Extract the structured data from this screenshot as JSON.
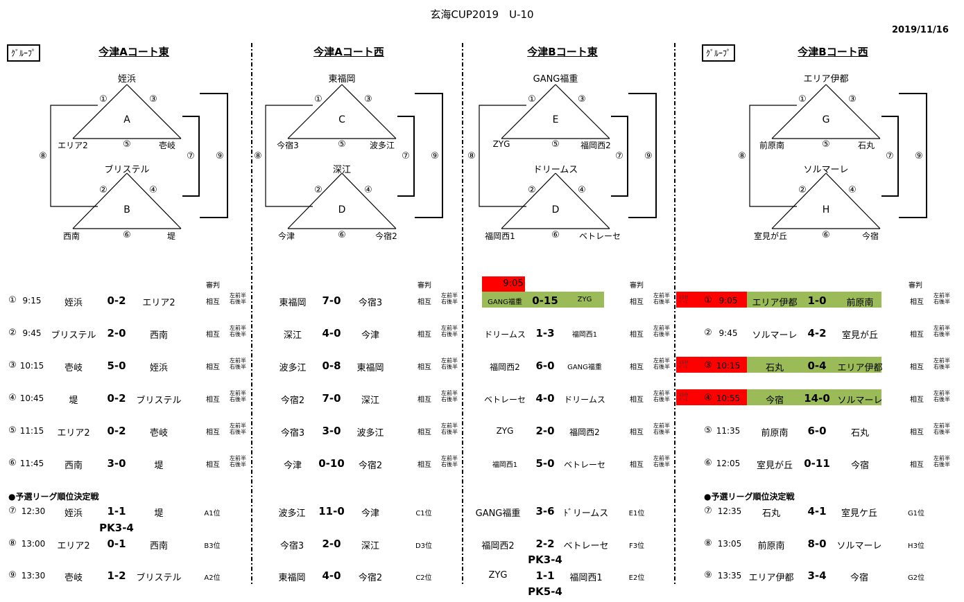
{
  "title": "玄海CUP2019　U-10",
  "date": "2019/11/16",
  "group_label": "ｸﾞﾙｰﾌﾟ",
  "referee_label": "審判",
  "courts": [
    {
      "name": "今津Aコート東",
      "tri1": {
        "top": "姪浜",
        "letter": "A",
        "left": "エリア2",
        "right": "壱岐"
      },
      "tri2": {
        "top": "ブリステル",
        "letter": "B",
        "left": "西南",
        "right": "堤"
      }
    },
    {
      "name": "今津Aコート西",
      "tri1": {
        "top": "東福岡",
        "letter": "C",
        "left": "今宿3",
        "right": "波多江"
      },
      "tri2": {
        "top": "深江",
        "letter": "D",
        "left": "今津",
        "right": "今宿2"
      }
    },
    {
      "name": "今津Bコート東",
      "tri1": {
        "top": "GANG福重",
        "letter": "E",
        "left": "ZYG",
        "right": "福岡西2"
      },
      "tri2": {
        "top": "ドリームス",
        "letter": "D",
        "left": "福岡西1",
        "right": "ベトレーセ"
      }
    },
    {
      "name": "今津Bコート西",
      "tri1": {
        "top": "エリア伊都",
        "letter": "G",
        "left": "前原南",
        "right": "石丸"
      },
      "tri2": {
        "top": "ソルマーレ",
        "letter": "H",
        "left": "室見が丘",
        "right": "今宿"
      }
    }
  ],
  "circ": [
    "①",
    "②",
    "③",
    "④",
    "⑤",
    "⑥",
    "⑦",
    "⑧",
    "⑨"
  ],
  "ref_mutual": "相互",
  "ref_half1": "左前半",
  "ref_half2": "右後半",
  "matches_a": [
    {
      "no": "①",
      "time": "9:15",
      "home": "姪浜",
      "score": "0-2",
      "away": "エリア2"
    },
    {
      "no": "②",
      "time": "9:45",
      "home": "ブリステル",
      "score": "2-0",
      "away": "西南"
    },
    {
      "no": "③",
      "time": "10:15",
      "home": "壱岐",
      "score": "5-0",
      "away": "姪浜"
    },
    {
      "no": "④",
      "time": "10:45",
      "home": "堤",
      "score": "0-2",
      "away": "ブリステル"
    },
    {
      "no": "⑤",
      "time": "11:15",
      "home": "エリア2",
      "score": "0-2",
      "away": "壱岐"
    },
    {
      "no": "⑥",
      "time": "11:45",
      "home": "西南",
      "score": "3-0",
      "away": "堤"
    }
  ],
  "matches_b": [
    {
      "home": "東福岡",
      "score": "7-0",
      "away": "今宿3"
    },
    {
      "home": "深江",
      "score": "4-0",
      "away": "今津"
    },
    {
      "home": "波多江",
      "score": "0-8",
      "away": "東福岡"
    },
    {
      "home": "今宿2",
      "score": "7-0",
      "away": "深江"
    },
    {
      "home": "今宿3",
      "score": "3-0",
      "away": "波多江"
    },
    {
      "home": "今津",
      "score": "0-10",
      "away": "今宿2"
    }
  ],
  "matches_c": [
    {
      "home": "GANG福重",
      "score": "0-15",
      "away": "ZYG"
    },
    {
      "home": "ドリームス",
      "score": "1-3",
      "away": "福岡西1"
    },
    {
      "home": "福岡西2",
      "score": "6-0",
      "away": "GANG福重"
    },
    {
      "home": "ベトレーセ",
      "score": "4-0",
      "away": "ドリームス"
    },
    {
      "home": "ZYG",
      "score": "2-0",
      "away": "福岡西2"
    },
    {
      "home": "福岡西1",
      "score": "5-0",
      "away": "ベトレーセ"
    }
  ],
  "matches_c_note": "9:05",
  "matches_d": [
    {
      "no": "①",
      "time": "9:05",
      "home": "エリア伊都",
      "score": "1-0",
      "away": "前原南"
    },
    {
      "no": "②",
      "time": "9:45",
      "home": "ソルマーレ",
      "score": "4-2",
      "away": "室見が丘"
    },
    {
      "no": "③",
      "time": "10:15",
      "home": "石丸",
      "score": "0-4",
      "away": "エリア伊都"
    },
    {
      "no": "④",
      "time": "10:55",
      "home": "今宿",
      "score": "14-0",
      "away": "ソルマーレ"
    },
    {
      "no": "⑤",
      "time": "11:35",
      "home": "前原南",
      "score": "6-0",
      "away": "石丸"
    },
    {
      "no": "⑥",
      "time": "12:05",
      "home": "室見が丘",
      "score": "0-11",
      "away": "今宿"
    }
  ],
  "red_tag": "15分ﾍﾟｰｽ",
  "ranking_title": "●予選リーグ順位決定戦",
  "rank_a": [
    {
      "no": "⑦",
      "time": "12:30",
      "home": "姪浜",
      "score": "1-1",
      "away": "堤",
      "pos": "A1位",
      "pk": "PK3-4"
    },
    {
      "no": "⑧",
      "time": "13:00",
      "home": "エリア2",
      "score": "0-1",
      "away": "西南",
      "pos": "B3位",
      "pk": ""
    },
    {
      "no": "⑨",
      "time": "13:30",
      "home": "壱岐",
      "score": "1-2",
      "away": "ブリステル",
      "pos": "A2位",
      "pk": ""
    }
  ],
  "rank_b": [
    {
      "home": "波多江",
      "score": "11-0",
      "away": "今津",
      "pos": "C1位"
    },
    {
      "home": "今宿3",
      "score": "2-0",
      "away": "深江",
      "pos": "D3位"
    },
    {
      "home": "東福岡",
      "score": "4-0",
      "away": "今宿2",
      "pos": "C2位"
    }
  ],
  "rank_c": [
    {
      "home": "GANG福重",
      "score": "3-6",
      "away": "ﾄﾞリームス",
      "pos": "E1位",
      "pk": ""
    },
    {
      "home": "福岡西2",
      "score": "2-2",
      "away": "ベトレーセ",
      "pos": "F3位",
      "pk": "PK3-4"
    },
    {
      "home": "ZYG",
      "score": "1-1",
      "away": "福岡西1",
      "pos": "E2位",
      "pk": "PK5-4"
    }
  ],
  "rank_d": [
    {
      "no": "⑦",
      "time": "12:35",
      "home": "石丸",
      "score": "4-1",
      "away": "室見ケ丘",
      "pos": "G1位"
    },
    {
      "no": "⑧",
      "time": "13:05",
      "home": "前原南",
      "score": "8-0",
      "away": "ソルマーレ",
      "pos": "H3位"
    },
    {
      "no": "⑨",
      "time": "13:35",
      "home": "エリア伊都",
      "score": "3-4",
      "away": "今宿",
      "pos": "G2位"
    }
  ],
  "colors": {
    "highlight_green": "#9bbb59",
    "highlight_red": "#ff0000"
  }
}
